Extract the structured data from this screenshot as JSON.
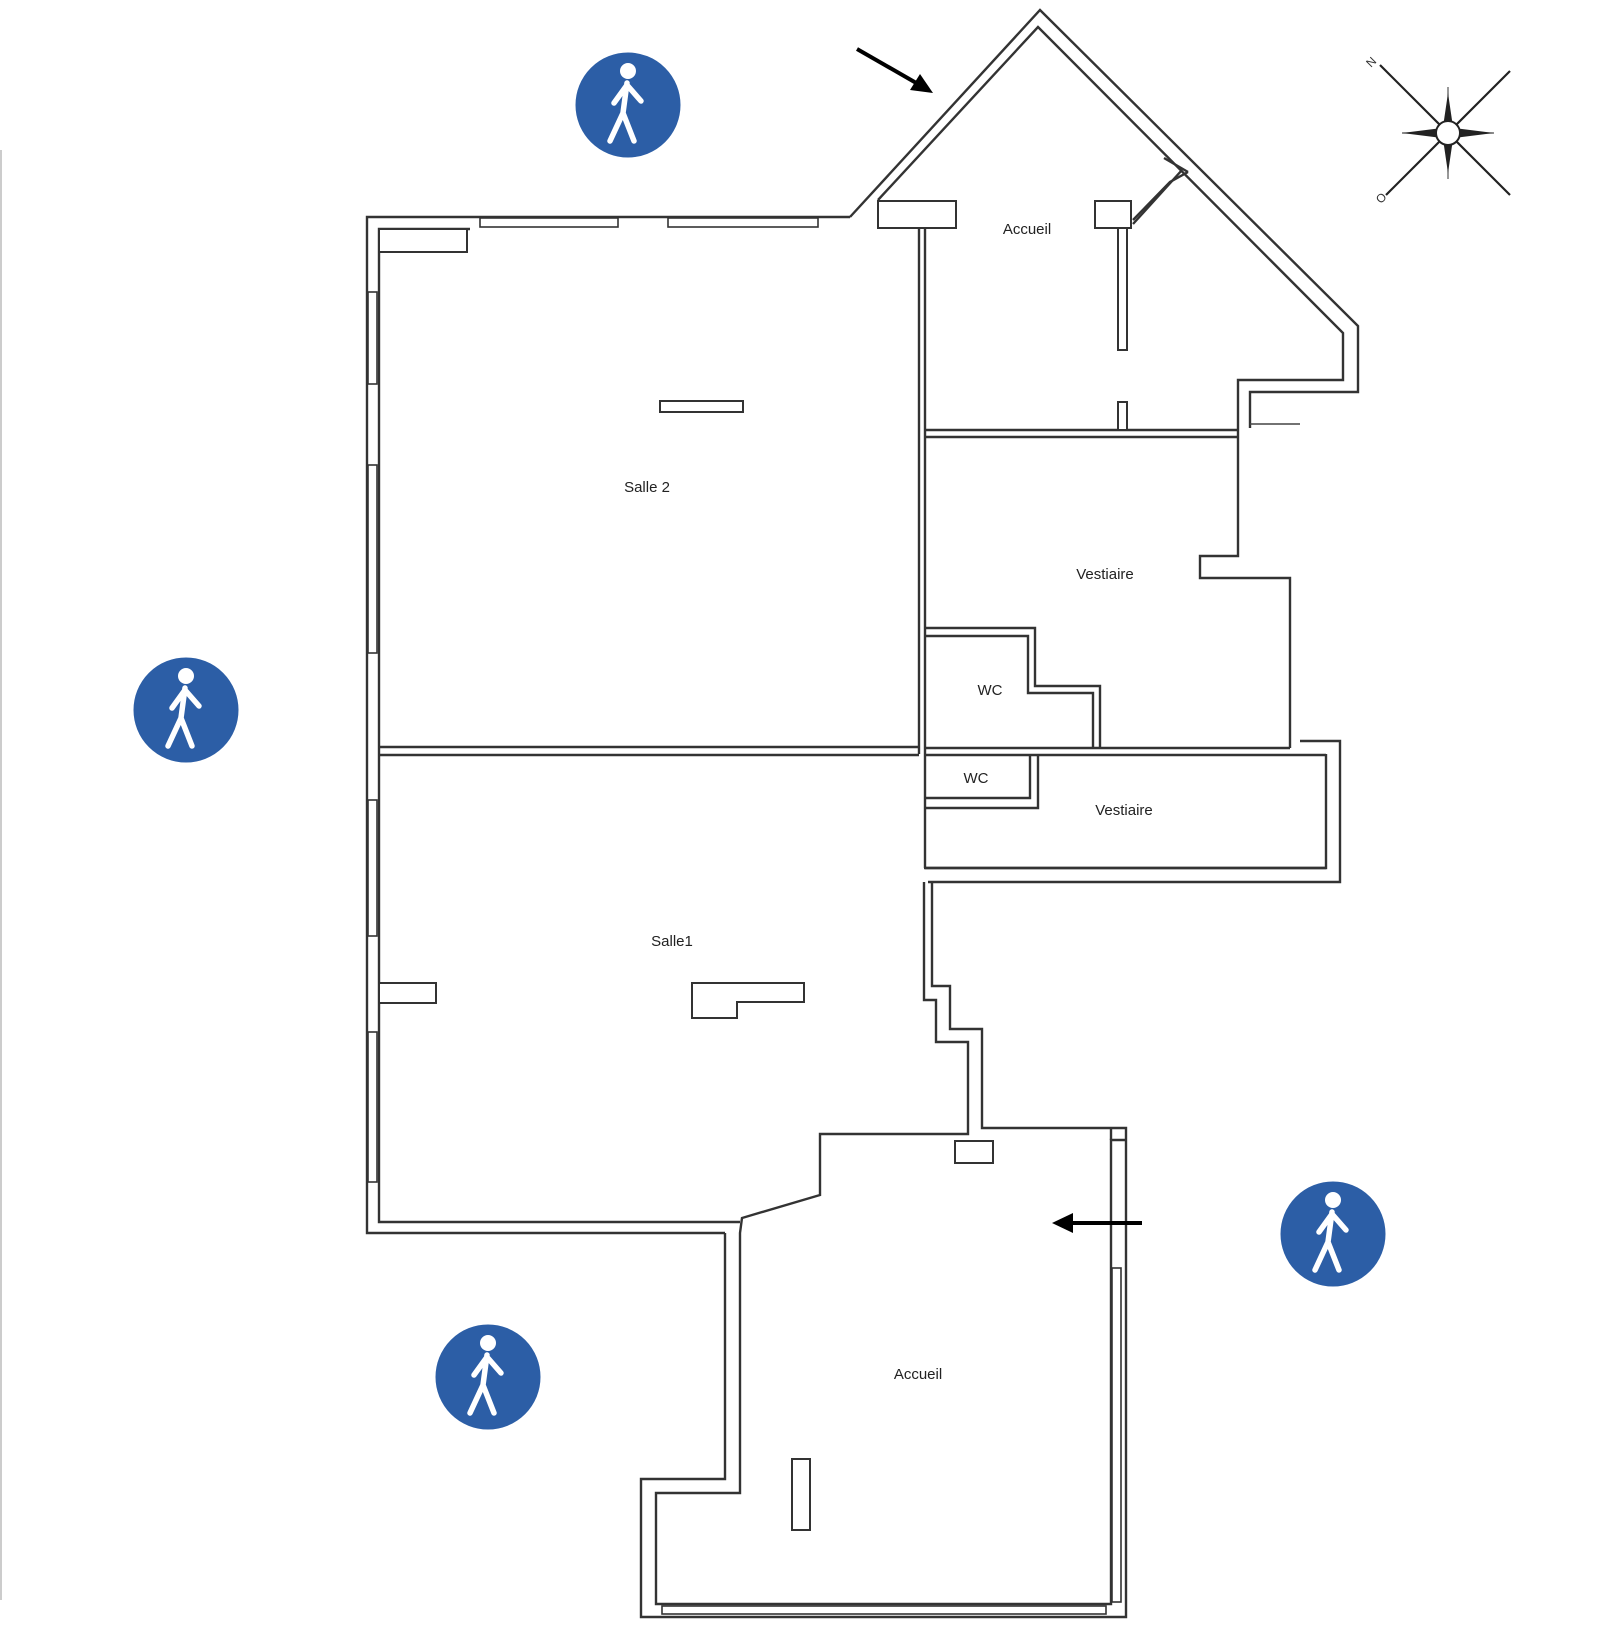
{
  "rooms": {
    "salle2": "Salle 2",
    "salle1": "Salle1",
    "accueil_top": "Accueil",
    "accueil_bottom": "Accueil",
    "vestiaire_top": "Vestiaire",
    "vestiaire_bottom": "Vestiaire",
    "wc_top": "WC",
    "wc_bottom": "WC"
  },
  "compass": {
    "north_letter": "N",
    "west_letter": "O"
  },
  "icons": {
    "pedestrian": "pedestrian-zone-icon",
    "entrance_arrow": "entrance-arrow-icon",
    "compass": "compass-rose-icon"
  },
  "colors": {
    "pedestrian_sign_blue": "#2c5ea6",
    "walls": "#333333",
    "background": "#ffffff"
  }
}
